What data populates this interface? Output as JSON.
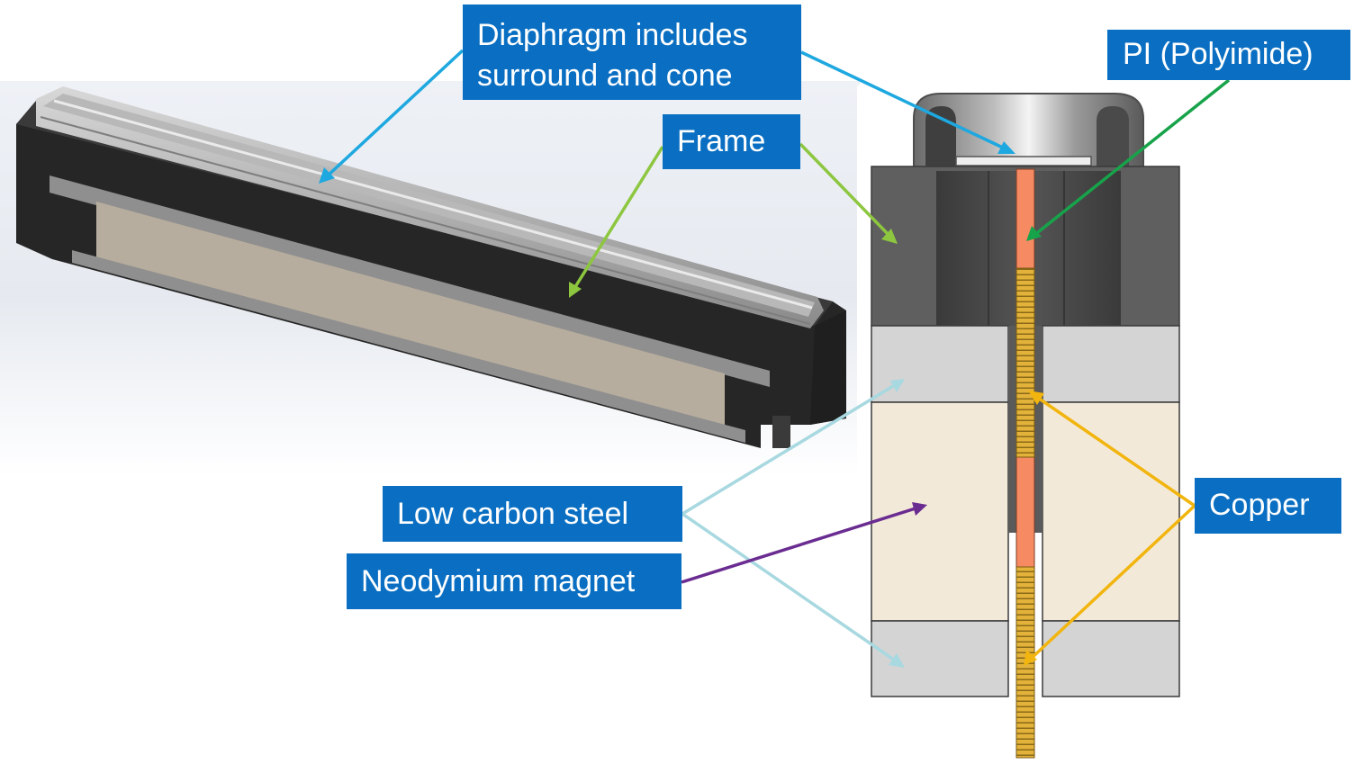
{
  "labels": {
    "diaphragm": "Diaphragm includes\nsurround and cone",
    "frame": "Frame",
    "pi": "PI (Polyimide)",
    "low_carbon_steel": "Low carbon steel",
    "neodymium_magnet": "Neodymium magnet",
    "copper": "Copper"
  },
  "colors": {
    "label_bg": "#0a6fc2",
    "diaphragm_arrow": "#1ea8e0",
    "frame_arrow": "#8dc63f",
    "pi_arrow": "#17a34a",
    "steel_arrow": "#a8d8e0",
    "magnet_arrow": "#6a2c91",
    "copper_arrow": "#f2b50f",
    "frame_gray": "#5f5f5f",
    "steel_gray": "#d4d4d4",
    "magnet_cream": "#f3e9d8",
    "polyimide": "#f58a63",
    "copper": "#e6b43c"
  }
}
